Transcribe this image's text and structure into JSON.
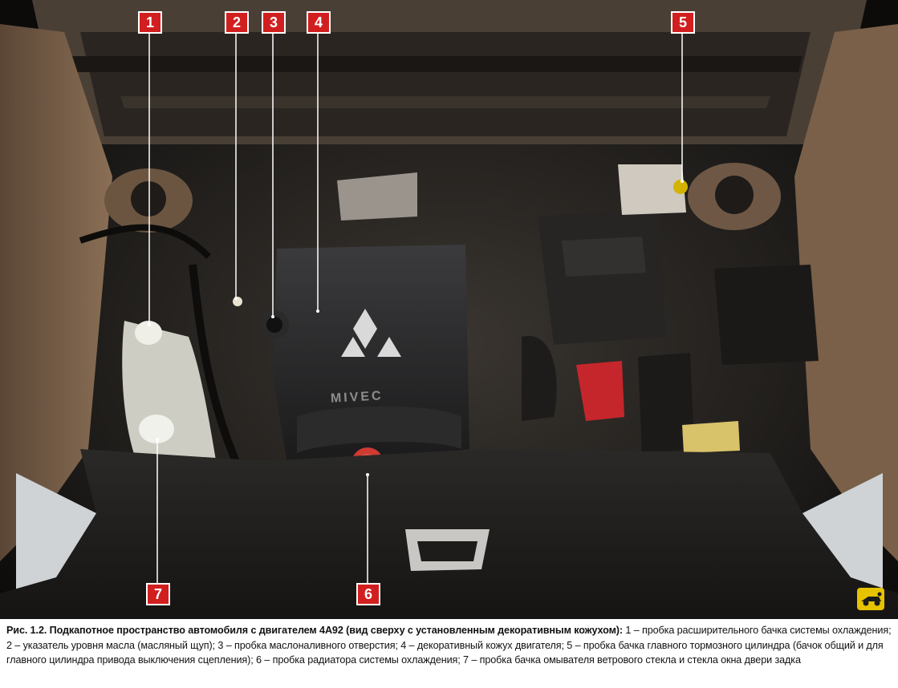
{
  "figure": {
    "callouts": [
      {
        "number": "1"
      },
      {
        "number": "2"
      },
      {
        "number": "3"
      },
      {
        "number": "4"
      },
      {
        "number": "5"
      },
      {
        "number": "6"
      },
      {
        "number": "7"
      }
    ],
    "engine_cover_logo_text": "MIVEC",
    "caption_title": "Рис. 1.2. Подкапотное пространство автомобиля с двигателем 4A92 (вид сверху с установленным декоративным кожухом):",
    "caption_text": " 1 – пробка расширительного бачка системы охлаждения; 2 – указатель уровня масла (масляный щуп); 3 – пробка маслоналивного отверстия; 4 – декоративный кожух двигателя; 5 – пробка бачка главного тормозного цилиндра (бачок общий и для главного цилиндра привода выключения сцепления); 6 – пробка радиатора системы охлаждения; 7 – пробка бачка омывателя ветрового стекла и стекла окна двери задка"
  },
  "colors": {
    "marker_red": "#d11f1f",
    "badge_yellow": "#e6c200"
  }
}
